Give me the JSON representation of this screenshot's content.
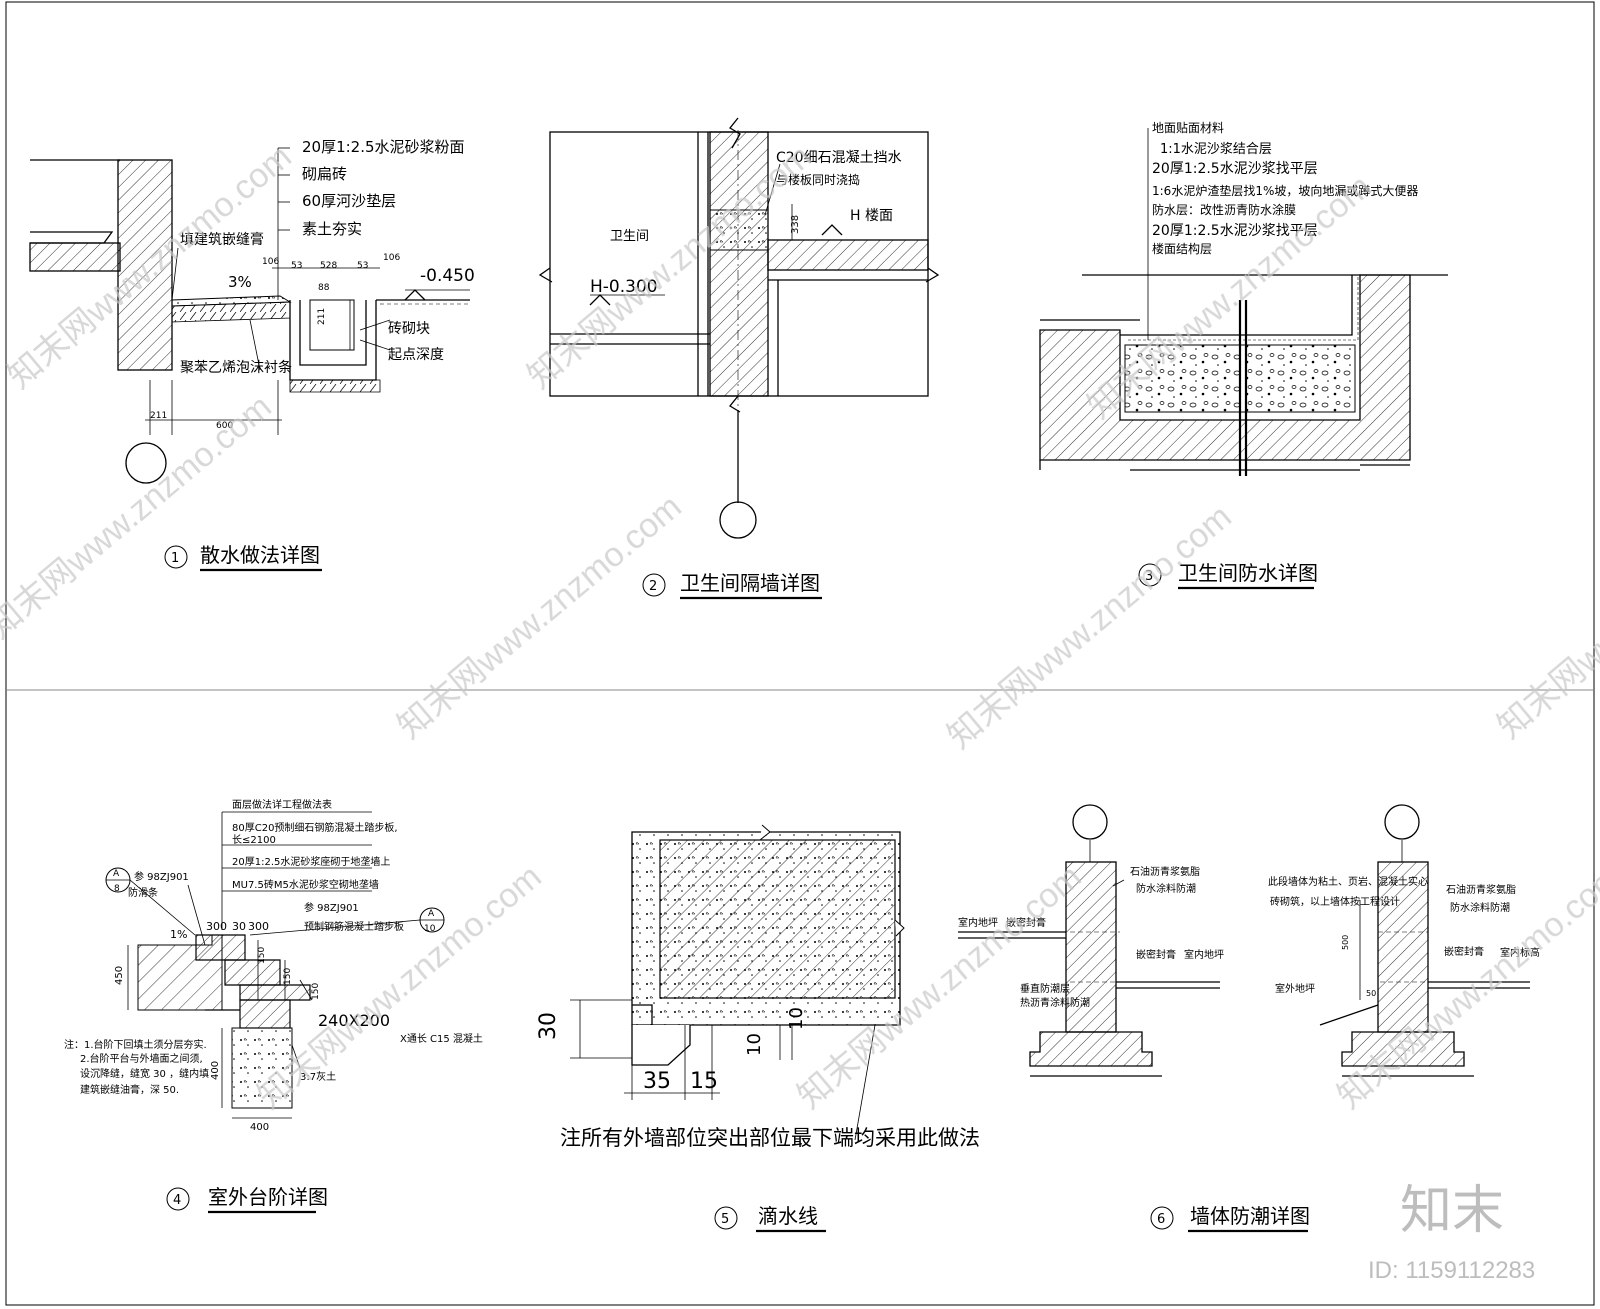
{
  "titles": {
    "d1": {
      "num": "1",
      "text": "散水做法详图"
    },
    "d2": {
      "num": "2",
      "text": "卫生间隔墙详图"
    },
    "d3": {
      "num": "3",
      "text": "卫生间防水详图"
    },
    "d4": {
      "num": "4",
      "text": "室外台阶详图"
    },
    "d5": {
      "num": "5",
      "text": "滴水线"
    },
    "d6": {
      "num": "6",
      "text": "墙体防潮详图"
    }
  },
  "d1": {
    "layers": [
      "20厚1:2.5水泥砂浆粉面",
      "砌扁砖",
      "60厚河沙垫层",
      "素土夯实"
    ],
    "fill_note": "填建筑嵌缝膏",
    "slope": "3%",
    "dims_top": [
      "106",
      "53",
      "528",
      "53",
      "106"
    ],
    "dim_88": "88",
    "dim_211v": "211",
    "elevation": "-0.450",
    "brick": "砖砌块",
    "start_depth": "起点深度",
    "foam": "聚苯乙烯泡沫衬条",
    "dim_211": "211",
    "dim_600": "600"
  },
  "d2": {
    "room": "卫生间",
    "h_level": "H-0.300",
    "c20_1": "C20细石混凝土挡水",
    "c20_2": "与楼板同时浇捣",
    "dim_338": "338",
    "h_floor": "H  楼面"
  },
  "d3": {
    "layers": [
      "地面贴面材料",
      "1:1水泥沙浆结合层",
      "20厚1:2.5水泥沙浆找平层",
      "1:6水泥炉渣垫层找1%坡，坡向地漏或蹲式大便器",
      "防水层：改性沥青防水涂膜",
      "20厚1:2.5水泥沙浆找平层",
      "楼面结构层"
    ]
  },
  "d4": {
    "header": "面层做法详工程做法表",
    "layers": [
      "80厚C20预制细石钢筋混凝土踏步板,",
      "长≤2100",
      "20厚1:2.5水泥砂浆座砌于地垄墙上",
      "MU7.5砖M5水泥砂浆空砌地垄墙"
    ],
    "ref_a_top": "A",
    "ref_a_num": "8",
    "ref_a_text1": "参 98ZJ901",
    "ref_a_text2": "防滑条",
    "ref_b_text1": "参 98ZJ901",
    "ref_b_text2": "预制钢筋混凝土踏步板",
    "ref_b_top": "A",
    "ref_b_num": "10",
    "slope": "1%",
    "dims_top": [
      "300",
      "30",
      "300"
    ],
    "dim_450": "450",
    "dim_150a": "150",
    "dim_150b": "150",
    "dim_150c": "150",
    "dim_400v": "400",
    "dim_400h": "400",
    "beam": "240X200",
    "beam_note": "X通长 C15 混凝土",
    "lime": "3:7灰土",
    "notes": [
      "注：1.台阶下回填土须分层夯实.",
      "2.台阶平台与外墙面之间须,",
      "设沉降缝，缝宽 30 ，缝内填",
      "建筑嵌缝油膏，深 50."
    ]
  },
  "d5": {
    "dim_30": "30",
    "dim_35": "35",
    "dim_15": "15",
    "dim_10": "10",
    "dim_10b": "10",
    "note": "注所有外墙部位突出部位最下端均采用此做法"
  },
  "d6": {
    "left_indoor": "室内地坪",
    "left_seal": "嵌密封膏",
    "left_oil1": "石油沥青浆氨脂",
    "left_oil2": "防水涂料防潮",
    "left_seal2": "嵌密封膏",
    "left_indoor2": "室内地坪",
    "left_vert1": "垂直防潮层",
    "left_vert2": "热沥青涂料防潮",
    "right_note1": "此段墙体为粘土、页岩、混凝土实心",
    "right_note2": "砖砌筑，以上墙体按工程设计",
    "right_oil1": "石油沥青浆氨脂",
    "right_oil2": "防水涂料防潮",
    "right_seal": "嵌密封膏",
    "right_indoor": "室内标高",
    "right_outdoor": "室外地坪",
    "right_dim_500": "500",
    "right_dim_50": "50"
  },
  "watermark": {
    "text": "知末网www.znzmo.com",
    "brand": "知末",
    "id": "ID: 1159112283"
  }
}
